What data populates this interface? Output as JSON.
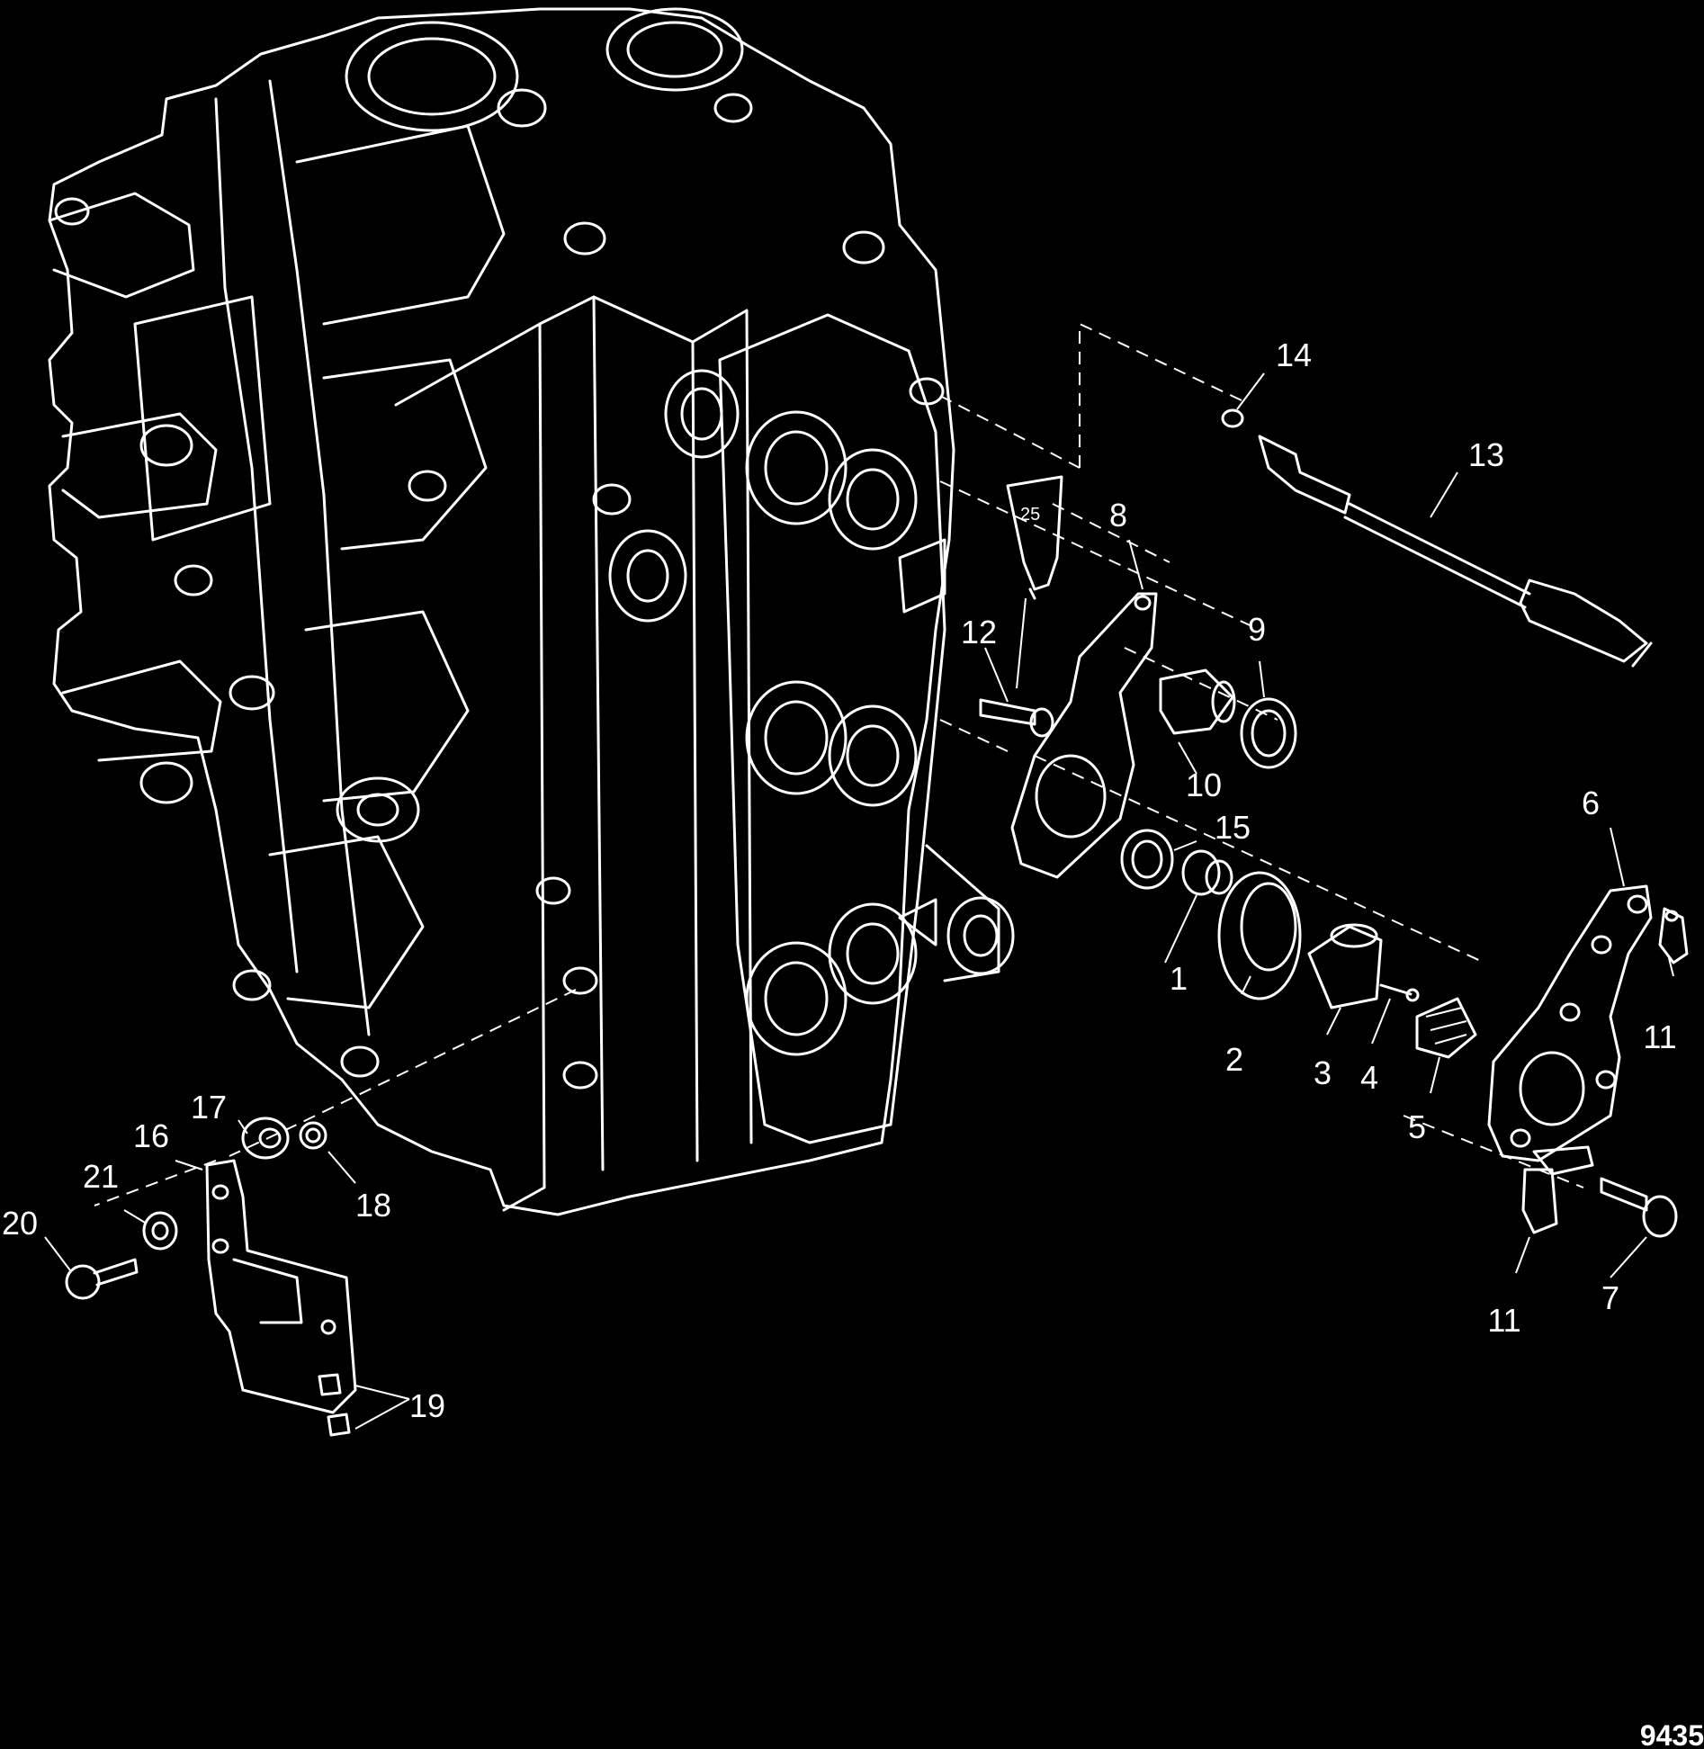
{
  "figure_number": "9435",
  "sealant_tube_label": "25",
  "callouts": [
    "1",
    "2",
    "3",
    "4",
    "5",
    "6",
    "7",
    "8",
    "9",
    "10",
    "11",
    "11",
    "12",
    "13",
    "14",
    "15",
    "16",
    "17",
    "18",
    "19",
    "20",
    "21"
  ],
  "colors": {
    "background": "#000000",
    "line": "#ffffff"
  }
}
